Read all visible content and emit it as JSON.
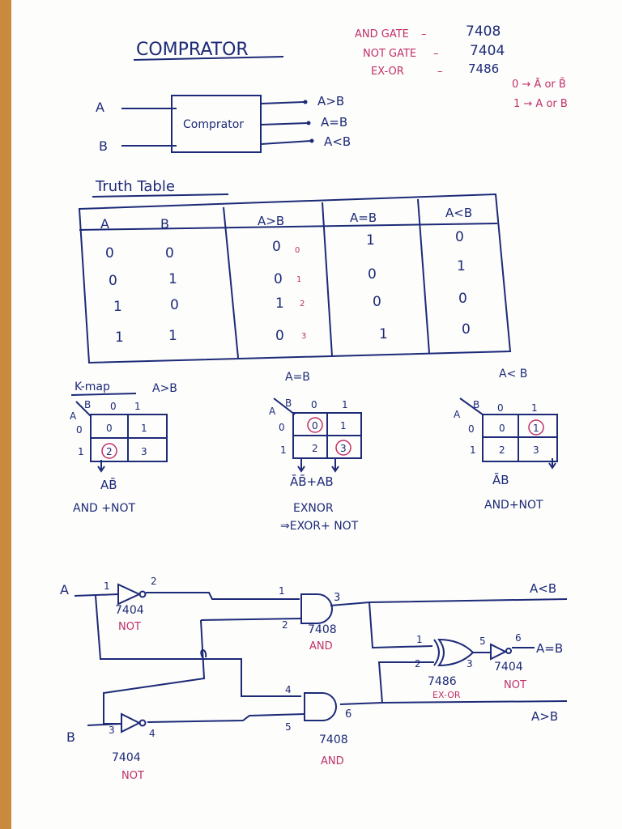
{
  "title": "COMPRATOR",
  "ic_notes": [
    {
      "gate": "AND GATE",
      "ic": "7408"
    },
    {
      "gate": "NOT GATE",
      "ic": "7404"
    },
    {
      "gate": "EX-OR",
      "ic": "7486"
    }
  ],
  "output_notes": [
    "0 → Ā or B̄",
    "1 → A or B"
  ],
  "block": {
    "label": "Comprator",
    "inputs": [
      "A",
      "B"
    ],
    "outputs": [
      "A>B",
      "A=B",
      "A<B"
    ]
  },
  "truth_table": {
    "heading": "Truth Table",
    "columns": [
      "A",
      "B",
      "A>B",
      "A=B",
      "A<B"
    ],
    "rows": [
      [
        "0",
        "0",
        "0",
        "1",
        "0"
      ],
      [
        "0",
        "1",
        "0",
        "0",
        "1"
      ],
      [
        "1",
        "0",
        "1",
        "0",
        "0"
      ],
      [
        "1",
        "1",
        "0",
        "1",
        "0"
      ]
    ],
    "minterms": [
      "0",
      "1",
      "2",
      "3"
    ]
  },
  "kmap": {
    "heading": "K-map",
    "row_var": "A",
    "col_var": "B",
    "col_labels": [
      "0",
      "1"
    ],
    "row_labels": [
      "0",
      "1"
    ],
    "maps": [
      {
        "title": "A>B",
        "cells": [
          "0",
          "1",
          "2",
          "3"
        ],
        "circled": [
          "2"
        ],
        "expr": "AB̄",
        "gate": "AND +NOT",
        "extra": ""
      },
      {
        "title": "A=B",
        "cells": [
          "0",
          "1",
          "2",
          "3"
        ],
        "circled": [
          "0",
          "3"
        ],
        "expr": "ĀB̄+AB",
        "gate": "EXNOR",
        "extra": "⇒EXOR+ NOT"
      },
      {
        "title": "A< B",
        "cells": [
          "0",
          "1",
          "2",
          "3"
        ],
        "circled": [
          "1"
        ],
        "expr": "ĀB",
        "gate": "AND+NOT",
        "extra": ""
      }
    ]
  },
  "circuit": {
    "input_a": "A",
    "input_b": "B",
    "not_a": {
      "ic": "7404",
      "name": "NOT",
      "pins": [
        "1",
        "2"
      ]
    },
    "not_b": {
      "ic": "7404",
      "name": "NOT",
      "pins": [
        "3",
        "4"
      ]
    },
    "and_top": {
      "ic": "7408",
      "name": "AND",
      "pins": [
        "1",
        "2",
        "3"
      ]
    },
    "and_bottom": {
      "ic": "7408",
      "name": "AND",
      "pins": [
        "4",
        "5",
        "6"
      ]
    },
    "xor": {
      "ic": "7486",
      "name": "EX-OR",
      "pins": [
        "1",
        "2",
        "3"
      ]
    },
    "not_out": {
      "ic": "7404",
      "name": "NOT",
      "pins": [
        "5",
        "6"
      ]
    },
    "outputs": [
      "A<B",
      "A=B",
      "A>B"
    ]
  },
  "colors": {
    "ink": "#1d2a78",
    "red": "#c0306a",
    "paper": "#fdfdfb",
    "wood": "#c98a3d"
  }
}
